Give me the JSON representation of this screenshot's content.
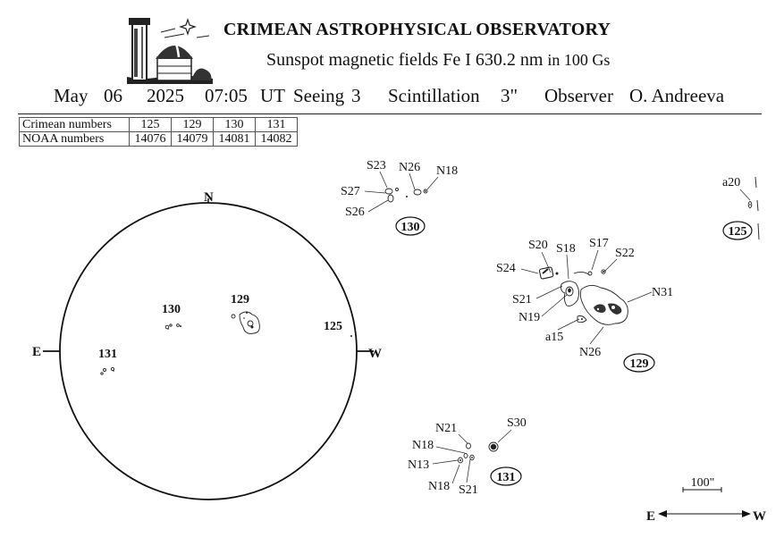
{
  "header": {
    "observatory": "CRIMEAN ASTROPHYSICAL OBSERVATORY",
    "subtitle_main": "Sunspot  magnetic  fields  Fe I 630.2 nm",
    "subtitle_units": "in 100 Gs",
    "month": "May",
    "day": "06",
    "year": "2025",
    "time": "07:05",
    "ut_label": "UT",
    "seeing_label": "Seeing",
    "seeing_value": "3",
    "scintillation_label": "Scintillation",
    "scintillation_value": "3\"",
    "observer_label": "Observer",
    "observer_name": "O. Andreeva"
  },
  "numbers_table": {
    "rows": [
      {
        "label": "Crimean numbers",
        "values": [
          "125",
          "129",
          "130",
          "131"
        ]
      },
      {
        "label": "NOAA numbers",
        "values": [
          "14076",
          "14079",
          "14081",
          "14082"
        ]
      }
    ]
  },
  "disk": {
    "north": "N",
    "east": "E",
    "west": "W",
    "regions": [
      "130",
      "129",
      "125",
      "131"
    ]
  },
  "detail_130": {
    "id": "130",
    "labels": [
      "S23",
      "N26",
      "N18",
      "S27",
      "S26"
    ]
  },
  "detail_125": {
    "id": "125",
    "labels": [
      "a20"
    ]
  },
  "detail_129": {
    "id": "129",
    "labels": [
      "S20",
      "S18",
      "S17",
      "S22",
      "S24",
      "S21",
      "N19",
      "a15",
      "N31",
      "N26"
    ]
  },
  "detail_131": {
    "id": "131",
    "labels": [
      "S30",
      "N21",
      "N18",
      "N13",
      "N18",
      "S21"
    ]
  },
  "scale": {
    "bar_label": "100\"",
    "east": "E",
    "west": "W"
  },
  "colors": {
    "ink": "#111111",
    "background": "#ffffff"
  }
}
